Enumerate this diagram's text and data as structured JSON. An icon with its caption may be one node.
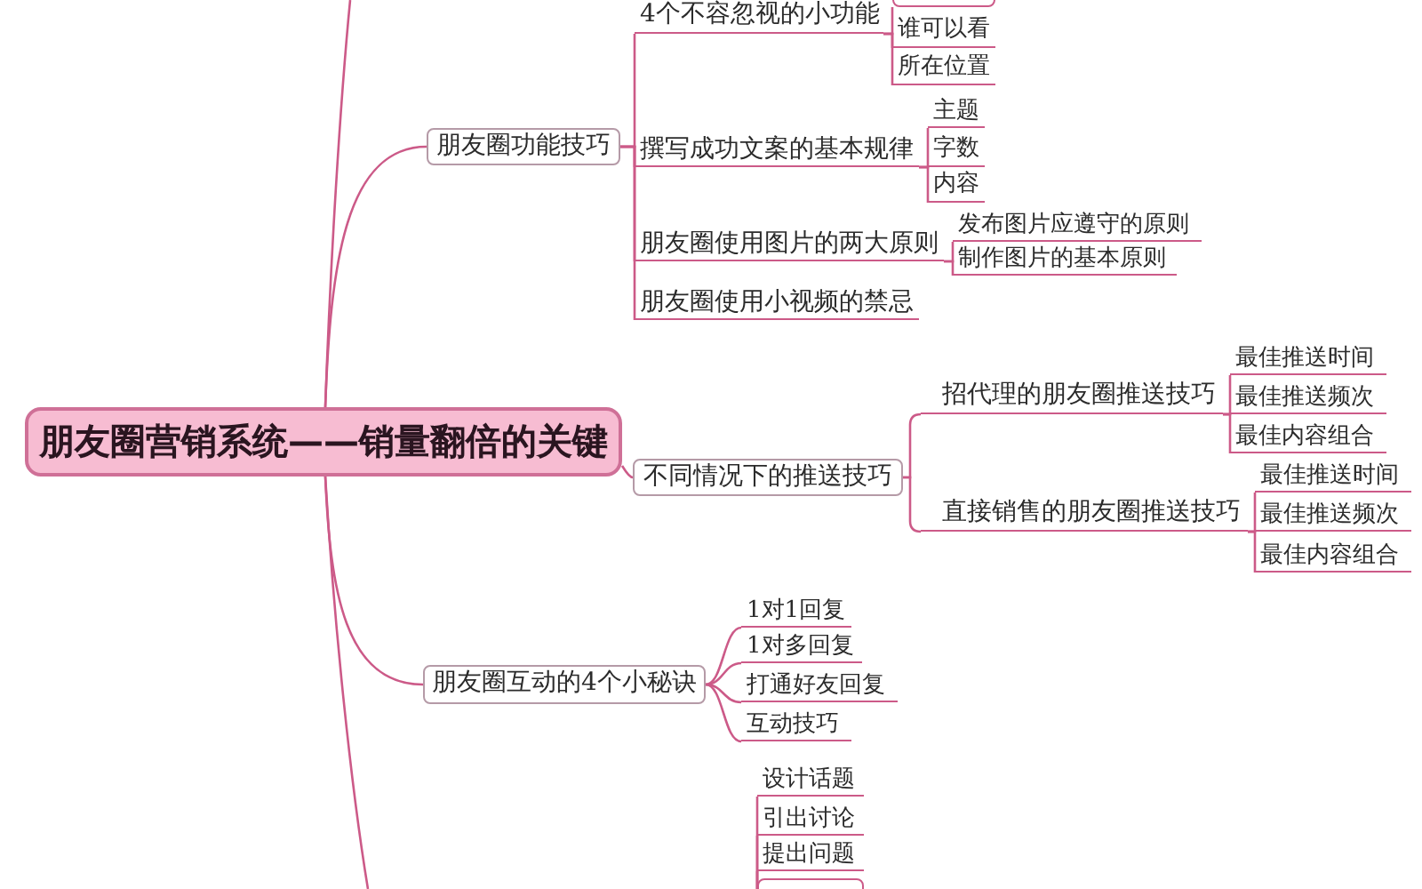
{
  "diagram": {
    "nodes": [
      {
        "text": [
          "朋友圈营销系统——销量翻倍的关键"
        ]
      },
      {
        "text": [
          "朋友圈功能技巧"
        ]
      },
      {
        "text": [
          "4个不容忽视的小功能"
        ]
      },
      {
        "text": [],
        "shape": "box"
      },
      {
        "text": [
          "谁可以看"
        ]
      },
      {
        "text": [
          "所在位置"
        ]
      },
      {
        "text": [
          "撰写成功文案的基本规律"
        ]
      },
      {
        "text": [
          "主题"
        ]
      },
      {
        "text": [
          "字数"
        ]
      },
      {
        "text": [
          "内容"
        ]
      },
      {
        "text": [
          "朋友圈使用图片的两大原则"
        ]
      },
      {
        "text": [
          "发布图片应遵守的原则"
        ]
      },
      {
        "text": [
          "制作图片的基本原则"
        ]
      },
      {
        "text": [
          "朋友圈使用小视频的禁忌"
        ]
      },
      {
        "text": [
          "不同情况下的推送技巧"
        ]
      },
      {
        "text": [
          "招代理的朋友圈推送技巧"
        ]
      },
      {
        "text": [
          "最佳推送时间"
        ]
      },
      {
        "text": [
          "最佳推送频次"
        ]
      },
      {
        "text": [
          "最佳内容组合"
        ]
      },
      {
        "text": [
          "直接销售的朋友圈推送技巧"
        ]
      },
      {
        "text": [
          "最佳推送时间"
        ]
      },
      {
        "text": [
          "最佳推送频次"
        ]
      },
      {
        "text": [
          "最佳内容组合"
        ]
      },
      {
        "text": [
          "朋友圈互动的4个小秘诀"
        ]
      },
      {
        "text": [
          "1对1回复"
        ]
      },
      {
        "text": [
          "1对多回复"
        ]
      },
      {
        "text": [
          "打通好友回复"
        ]
      },
      {
        "text": [
          "互动技巧"
        ]
      },
      {
        "text": [
          "设计话题"
        ]
      },
      {
        "text": [
          "引出讨论"
        ]
      },
      {
        "text": [
          "提出问题"
        ]
      },
      {
        "text": [],
        "shape": "box"
      }
    ],
    "edges": [
      {
        "from": 0,
        "to": null,
        "arrow": "none"
      },
      {
        "from": 0,
        "to": 1,
        "arrow": "none"
      },
      {
        "from": 1,
        "to": 2,
        "arrow": "none"
      },
      {
        "from": 2,
        "to": 3,
        "arrow": "none"
      },
      {
        "from": 2,
        "to": 4,
        "arrow": "none"
      },
      {
        "from": 2,
        "to": 5,
        "arrow": "none"
      },
      {
        "from": 1,
        "to": 6,
        "arrow": "none"
      },
      {
        "from": 6,
        "to": 7,
        "arrow": "none"
      },
      {
        "from": 6,
        "to": 8,
        "arrow": "none"
      },
      {
        "from": 6,
        "to": 9,
        "arrow": "none"
      },
      {
        "from": 1,
        "to": 10,
        "arrow": "none"
      },
      {
        "from": 10,
        "to": 11,
        "arrow": "none"
      },
      {
        "from": 10,
        "to": 12,
        "arrow": "none"
      },
      {
        "from": 1,
        "to": 13,
        "arrow": "none"
      },
      {
        "from": 0,
        "to": 14,
        "arrow": "none"
      },
      {
        "from": 14,
        "to": 15,
        "arrow": "none"
      },
      {
        "from": 15,
        "to": 16,
        "arrow": "none"
      },
      {
        "from": 15,
        "to": 17,
        "arrow": "none"
      },
      {
        "from": 15,
        "to": 18,
        "arrow": "none"
      },
      {
        "from": 14,
        "to": 19,
        "arrow": "none"
      },
      {
        "from": 19,
        "to": 20,
        "arrow": "none"
      },
      {
        "from": 19,
        "to": 21,
        "arrow": "none"
      },
      {
        "from": 19,
        "to": 22,
        "arrow": "none"
      },
      {
        "from": 0,
        "to": 23,
        "arrow": "none"
      },
      {
        "from": 23,
        "to": 24,
        "arrow": "none"
      },
      {
        "from": 23,
        "to": 25,
        "arrow": "none"
      },
      {
        "from": 23,
        "to": 26,
        "arrow": "none"
      },
      {
        "from": 23,
        "to": 27,
        "arrow": "none"
      },
      {
        "from": 0,
        "to": null,
        "arrow": "none"
      },
      {
        "from": null,
        "to": 28,
        "arrow": "none"
      },
      {
        "from": null,
        "to": 29,
        "arrow": "none"
      },
      {
        "from": null,
        "to": 30,
        "arrow": "none"
      }
    ]
  }
}
